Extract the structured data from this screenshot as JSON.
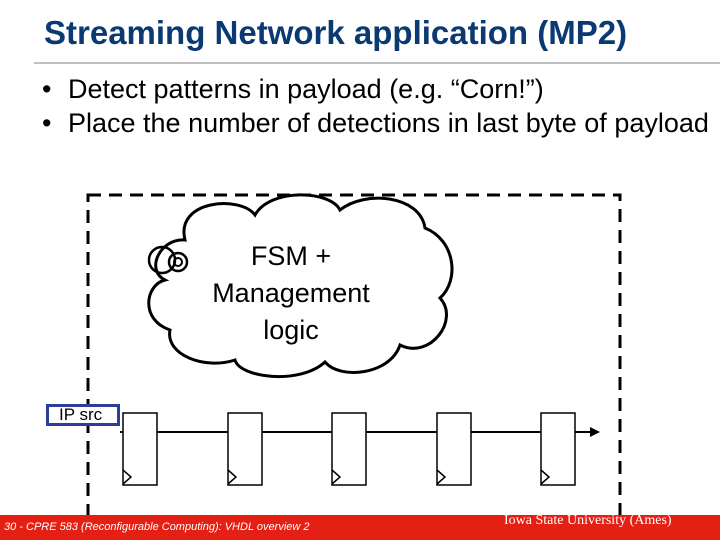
{
  "slide": {
    "title": "Streaming Network application (MP2)",
    "bullets": [
      "Detect patterns in payload (e.g. “Corn!”)",
      "Place the number of detections in last byte of payload"
    ],
    "bullet_glyph": "•"
  },
  "diagram": {
    "cloud_lines": [
      "FSM +",
      "Management",
      "logic"
    ],
    "ip_source_label": "IP src"
  },
  "footer": {
    "left": "30 - CPRE 583 (Reconfigurable Computing): VHDL overview 2",
    "right": "Iowa State University (Ames)",
    "bar_color": "#e41f13"
  },
  "colors": {
    "title": "#0b3a73",
    "ip_box_border": "#2c3d9a"
  }
}
